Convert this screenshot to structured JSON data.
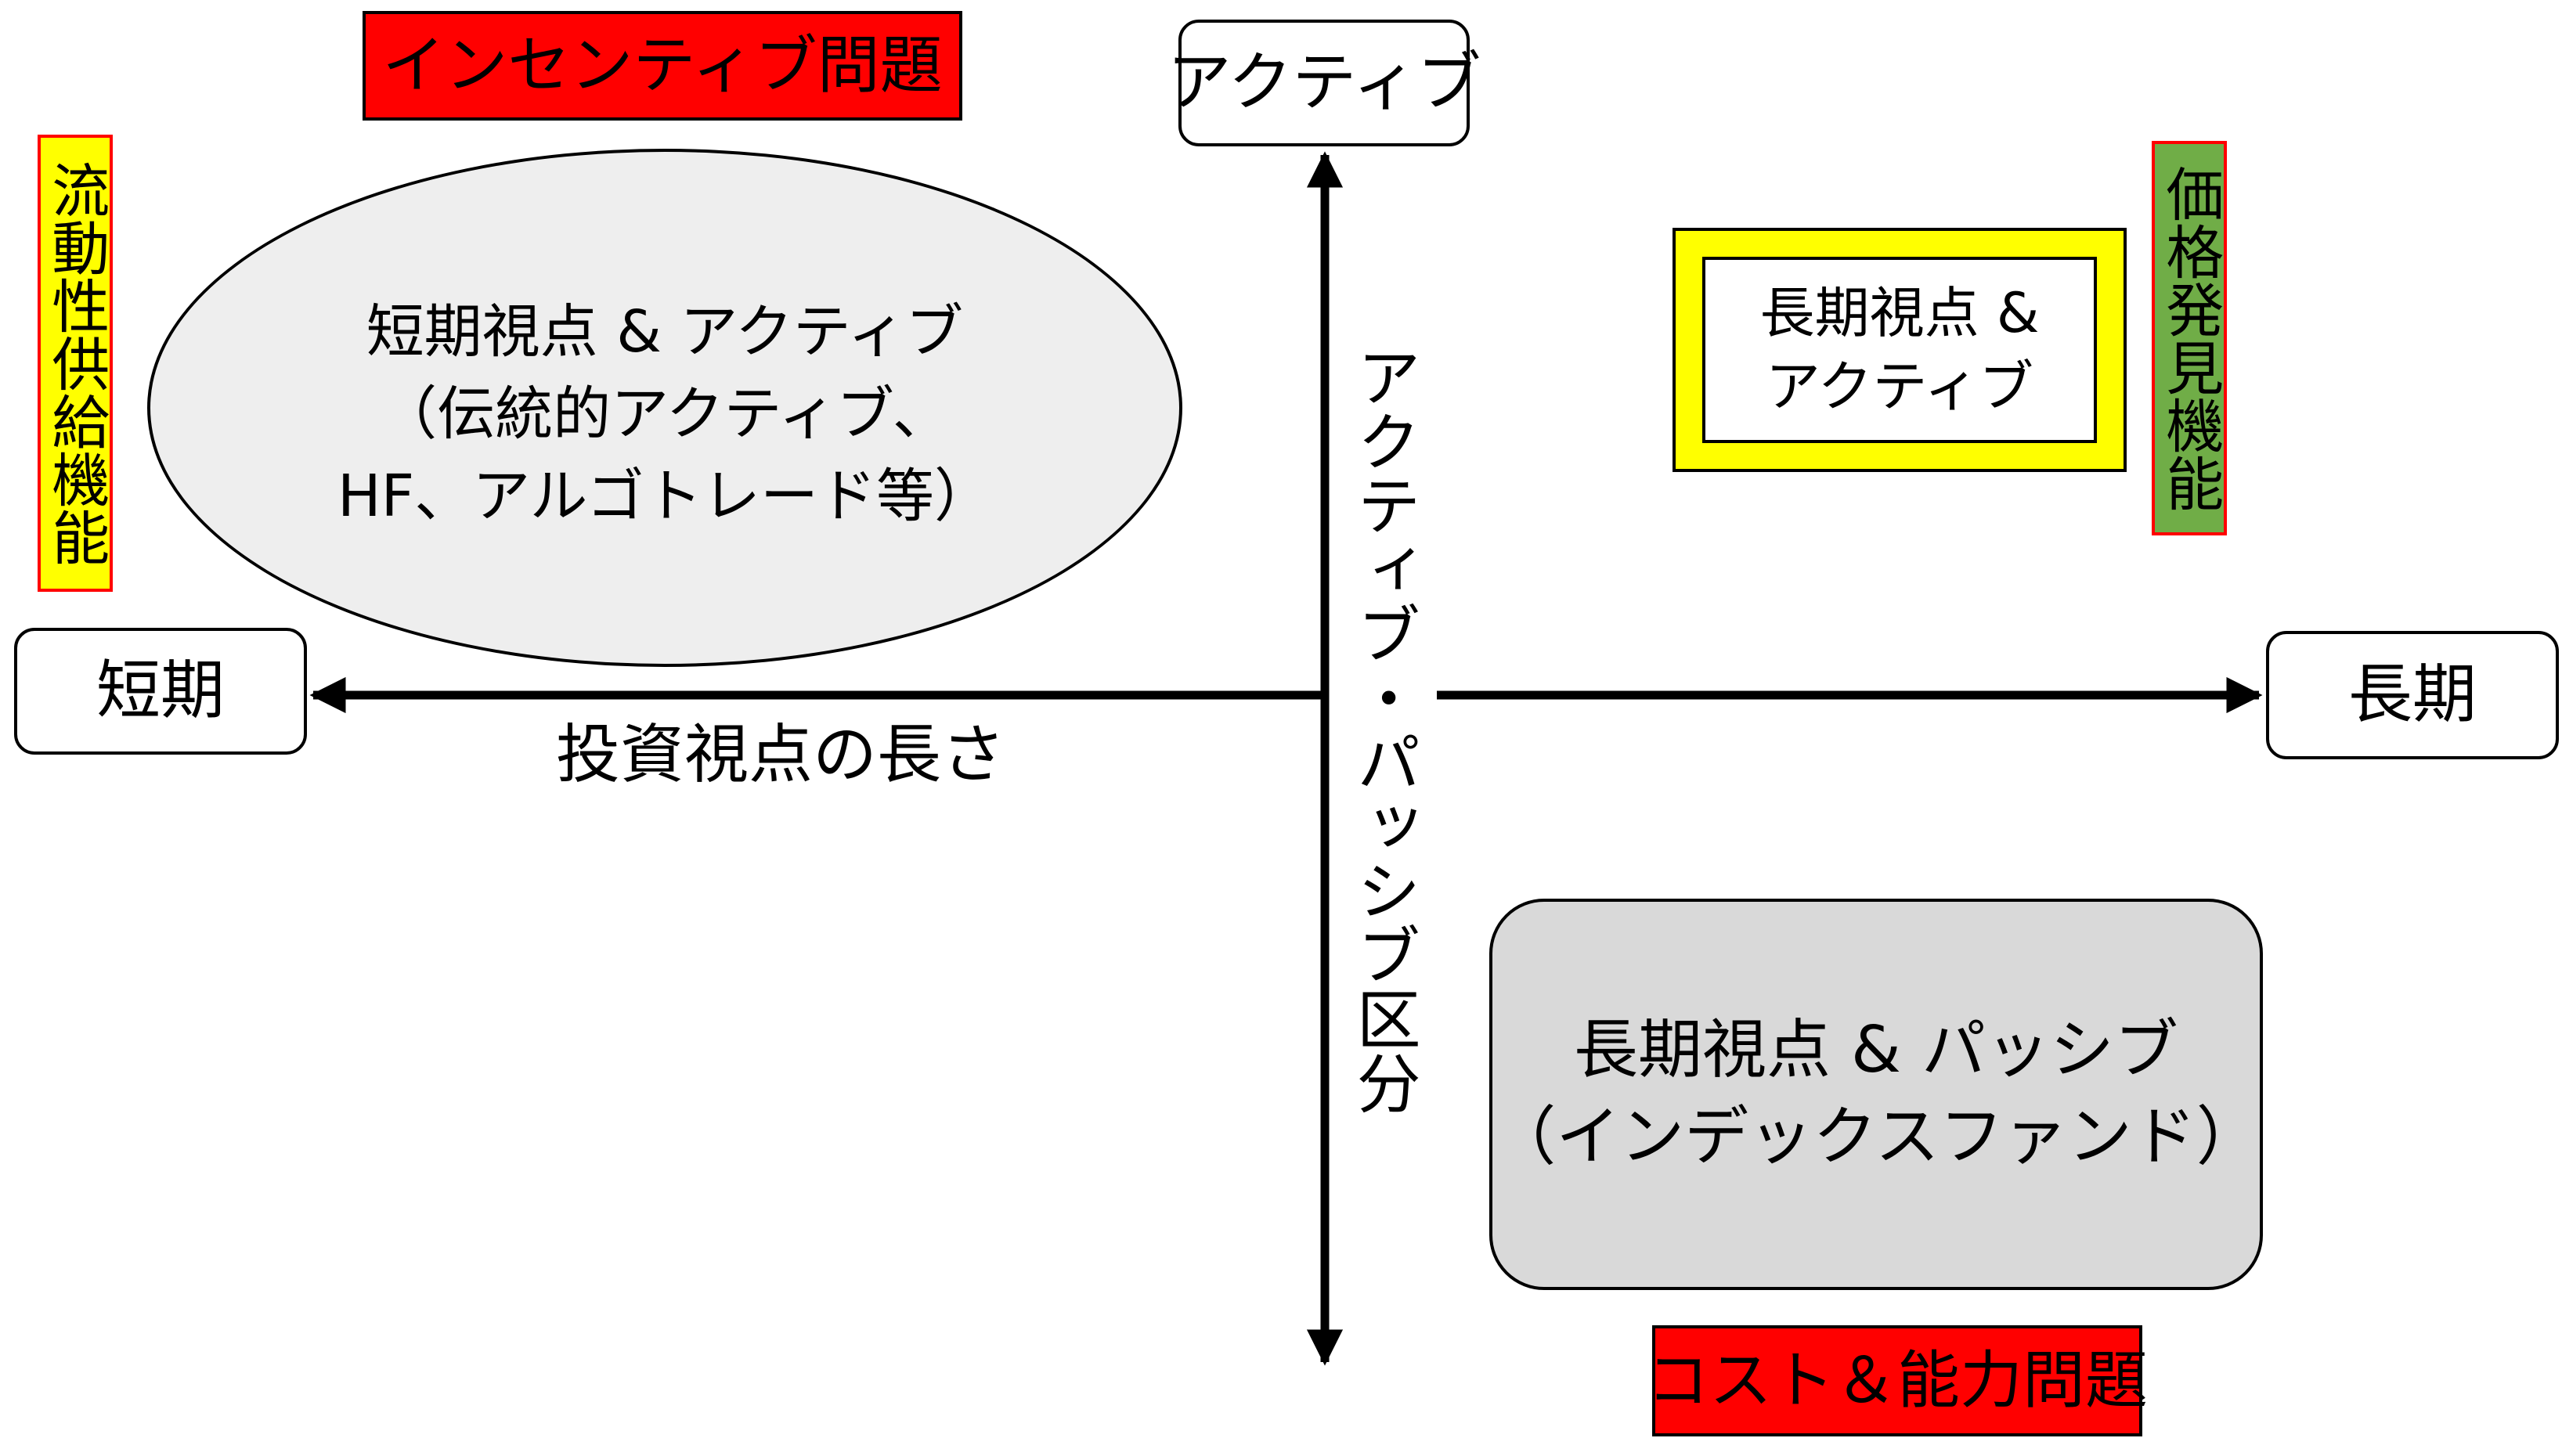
{
  "issues": {
    "incentive": "インセンティブ問題",
    "cost_capability": "コスト＆能力問題"
  },
  "axis_ends": {
    "active": "アクティブ",
    "short": "短期",
    "long": "長期"
  },
  "axis_titles": {
    "horizontal": "投資視点の長さ",
    "vertical": "アクティブ・パッシブ区分"
  },
  "functions": {
    "liquidity": "流動性供給機能",
    "price_discovery": "価格発見機能"
  },
  "quadrants": {
    "short_active": {
      "line1": "短期視点 & アクティブ",
      "line2": "（伝統的アクティブ、",
      "line3": "HF、アルゴトレード等）"
    },
    "long_active": {
      "line1": "長期視点 &",
      "line2": "アクティブ"
    },
    "long_passive": {
      "line1": "長期視点 & パッシブ",
      "line2": "（インデックスファンド）"
    }
  },
  "colors": {
    "issue_fill": "#ff0000",
    "liquidity_fill": "#ffff00",
    "price_discovery_fill": "#70ad47",
    "ellipse_fill": "#eeeeee",
    "long_active_outer": "#ffff00",
    "long_passive_fill": "#d9d9d9"
  }
}
